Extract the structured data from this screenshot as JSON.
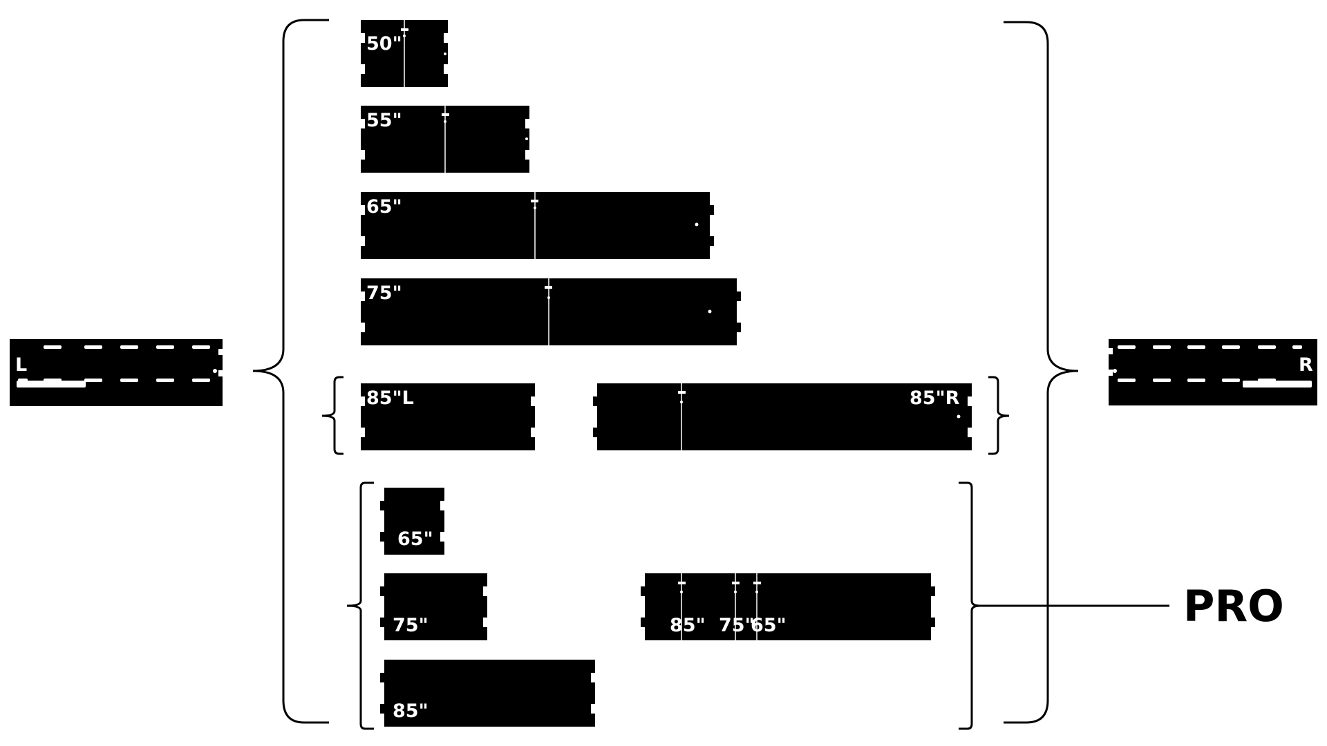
{
  "colors": {
    "plate": "#000000",
    "stencil": "#ffffff",
    "background": "#ffffff",
    "bracket": "#000000"
  },
  "end_brackets": {
    "left": {
      "letter": "L"
    },
    "right": {
      "letter": "R"
    }
  },
  "standard_plates": [
    {
      "label": "50\""
    },
    {
      "label": "55\""
    },
    {
      "label": "65\""
    },
    {
      "label": "75\""
    }
  ],
  "split_85": {
    "left_label": "85\"L",
    "right_label": "85\"R"
  },
  "pro_group": {
    "title": "PRO",
    "short_plates": [
      {
        "label": "65\""
      },
      {
        "label": "75\""
      },
      {
        "label": "85\""
      }
    ],
    "multi_plate_labels": [
      "85\"",
      "75\"",
      "65\""
    ]
  }
}
